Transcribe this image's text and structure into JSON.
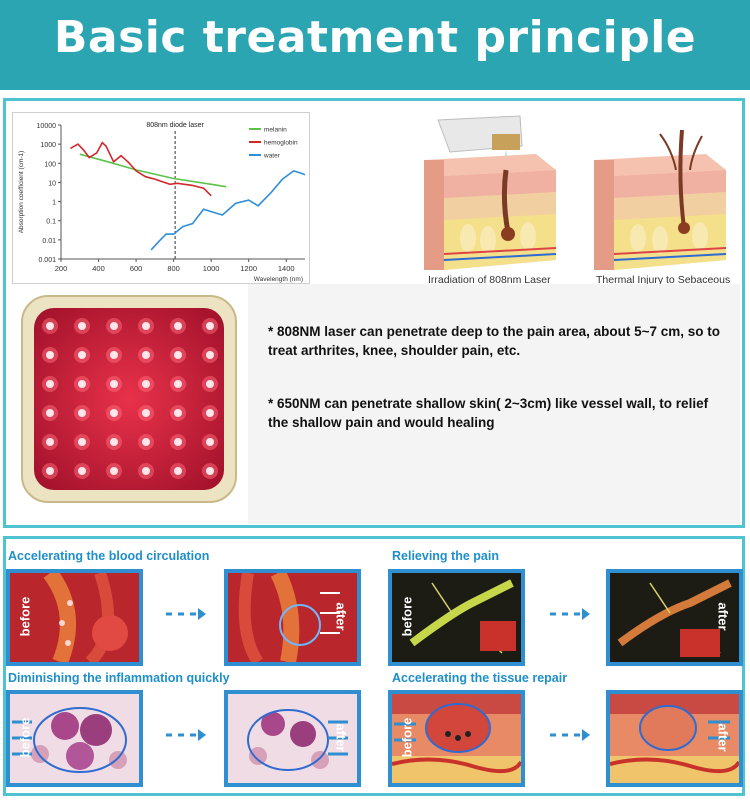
{
  "header": {
    "title": "Basic treatment principle"
  },
  "chart_data": {
    "type": "line",
    "title": "808nm diode laser",
    "xlabel": "Wavelength (nm)",
    "ylabel": "Absorption coefficient (cm-1)",
    "x_ticks": [
      "200",
      "400",
      "600",
      "800",
      "1000",
      "1200",
      "1400"
    ],
    "y_ticks": [
      "10000",
      "1000",
      "100",
      "10",
      "1",
      "0.1",
      "0.01",
      "0.001"
    ],
    "xlim": [
      200,
      1500
    ],
    "ylim": [
      0.001,
      10000
    ],
    "yscale": "log",
    "marker_line": 808,
    "legend_position": "top-right",
    "series": [
      {
        "name": "melanin",
        "color": "#5cc24a",
        "points": [
          [
            300,
            300
          ],
          [
            450,
            120
          ],
          [
            600,
            45
          ],
          [
            800,
            16
          ],
          [
            1000,
            8
          ],
          [
            1080,
            6
          ]
        ]
      },
      {
        "name": "hemoglobin",
        "color": "#d2282d",
        "points": [
          [
            250,
            600
          ],
          [
            290,
            1000
          ],
          [
            320,
            500
          ],
          [
            350,
            200
          ],
          [
            390,
            350
          ],
          [
            420,
            1200
          ],
          [
            440,
            800
          ],
          [
            480,
            120
          ],
          [
            520,
            250
          ],
          [
            560,
            110
          ],
          [
            600,
            40
          ],
          [
            650,
            20
          ],
          [
            700,
            15
          ],
          [
            780,
            8
          ],
          [
            820,
            9
          ],
          [
            900,
            7
          ],
          [
            960,
            5
          ],
          [
            1000,
            2
          ]
        ]
      },
      {
        "name": "water",
        "color": "#2e8fd8",
        "points": [
          [
            680,
            0.003
          ],
          [
            720,
            0.008
          ],
          [
            760,
            0.02
          ],
          [
            800,
            0.02
          ],
          [
            850,
            0.05
          ],
          [
            900,
            0.07
          ],
          [
            960,
            0.4
          ],
          [
            1000,
            0.3
          ],
          [
            1060,
            0.2
          ],
          [
            1130,
            0.8
          ],
          [
            1200,
            1.2
          ],
          [
            1250,
            0.6
          ],
          [
            1320,
            3
          ],
          [
            1380,
            15
          ],
          [
            1440,
            40
          ],
          [
            1480,
            30
          ],
          [
            1500,
            25
          ]
        ]
      }
    ]
  },
  "captions": {
    "left": "Irradiation of 808nm Laser",
    "right": "Thermal Injury to Sebaceous Gland"
  },
  "description": {
    "line1": "* 808NM laser can penetrate deep to the pain area, about 5~7 cm, so to treat arthrites, knee, shoulder pain, etc.",
    "line2": "* 650NM can penetrate shallow skin( 2~3cm) like vessel wall, to relief the shallow pain and would healing"
  },
  "effects": [
    {
      "title": "Accelerating the blood circulation",
      "before": "before",
      "after": "after"
    },
    {
      "title": "Relieving the pain",
      "before": "before",
      "after": "after"
    },
    {
      "title": "Diminishing the inflammation quickly",
      "before": "before",
      "after": "after"
    },
    {
      "title": "Accelerating the tissue repair",
      "before": "before",
      "after": "after"
    }
  ],
  "colors": {
    "header": "#2aa5b1",
    "panel_border": "#4fc3cf",
    "section_title": "#1f8fc9",
    "thumb_border": "#2f8fd0"
  }
}
